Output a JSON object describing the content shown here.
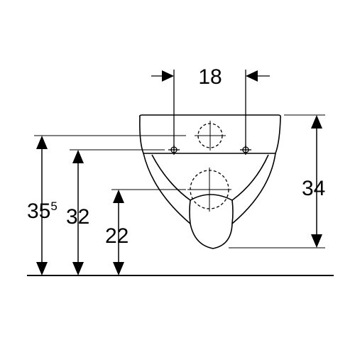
{
  "dimensions": {
    "width_top": "18",
    "height_right": "34",
    "height_main": "35",
    "height_main_sup": "5",
    "height_mid": "32",
    "height_low": "22"
  }
}
